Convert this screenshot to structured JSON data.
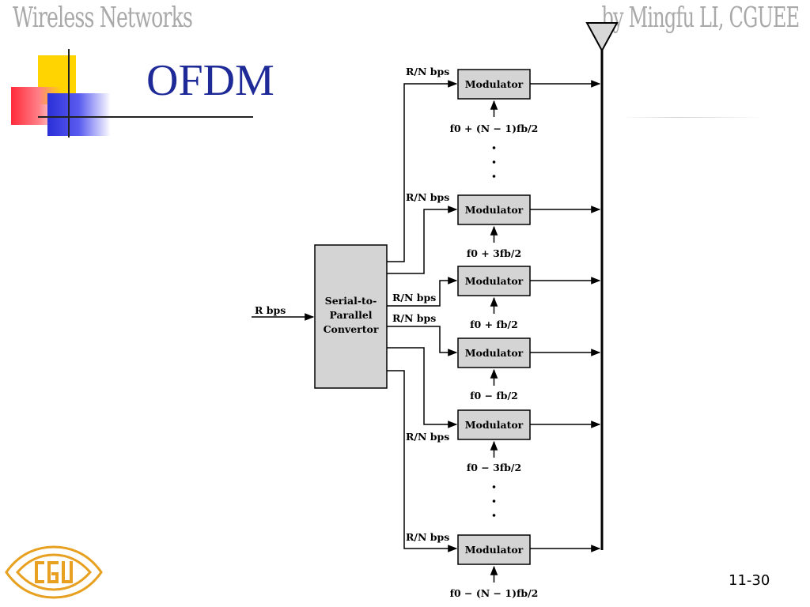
{
  "header": {
    "left_title": "Wireless Networks",
    "right_credit": "by Mingfu LI, CGUEE"
  },
  "slide": {
    "title": "OFDM",
    "page_number": "11-30"
  },
  "logo": {
    "text": "CGU",
    "color": "#e8a020"
  },
  "diagram": {
    "input_rate": "R bps",
    "converter_label": [
      "Serial-to-",
      "Parallel",
      "Convertor"
    ],
    "branch_rate": "R/N bps",
    "modulator_label": "Modulator",
    "frequencies": [
      "f0 + (N − 1)fb/2",
      "f0 + 3fb/2",
      "f0 + fb/2",
      "f0 − fb/2",
      "f0 − 3fb/2",
      "f0 − (N − 1)fb/2"
    ],
    "ellipsis": "·",
    "colors": {
      "box_fill": "#d4d4d4",
      "stroke": "#000000",
      "title_blue": "#1f2a99",
      "header_gray": "#a9a9a9"
    }
  }
}
